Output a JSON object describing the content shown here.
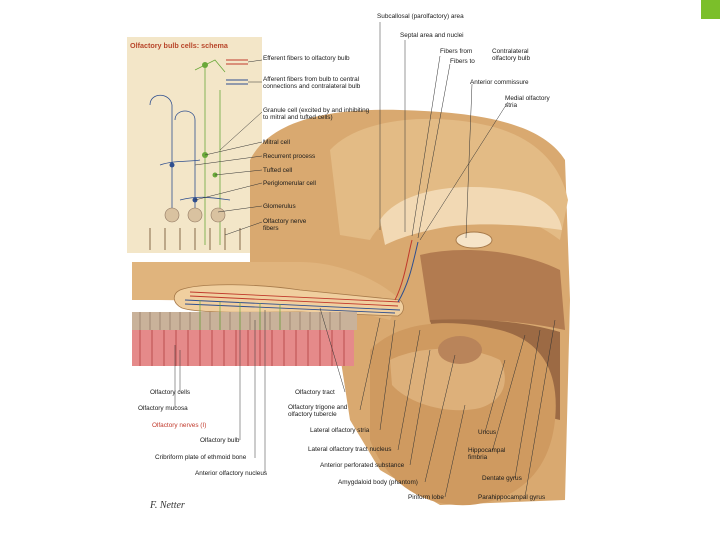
{
  "schema": {
    "title": "Olfactory bulb cells: schema",
    "labels": [
      "Efferent fibers to olfactory bulb",
      "Afferent fibers from bulb to central connections and contralateral bulb",
      "Granule cell (excited by and inhibiting to mitral and tufted cells)",
      "Mitral cell",
      "Recurrent process",
      "Tufted cell",
      "Periglomerular cell",
      "Glomerulus",
      "Olfactory nerve fibers"
    ]
  },
  "top_labels": {
    "subcallosal": "Subcallosal (parolfactory) area",
    "septal": "Septal area and nuclei",
    "fibers_from": "Fibers from",
    "fibers_to": "Fibers to",
    "contralateral": "Contralateral olfactory bulb",
    "anterior_commissure": "Anterior commissure",
    "medial_stria": "Medial olfactory stria"
  },
  "bottom_left_labels": {
    "olfactory_cells": "Olfactory cells",
    "olfactory_mucosa": "Olfactory mucosa",
    "olfactory_nerves": "Olfactory nerves (I)",
    "olfactory_bulb": "Olfactory bulb",
    "cribriform": "Cribriform plate of ethmoid bone",
    "anterior_nucleus": "Anterior olfactory nucleus"
  },
  "bottom_middle_labels": {
    "olfactory_tract": "Olfactory tract",
    "trigone": "Olfactory trigone and olfactory tubercle",
    "lateral_stria": "Lateral olfactory stria",
    "lateral_tract_nucleus": "Lateral olfactory tract nucleus",
    "perforated": "Anterior perforated substance",
    "amygdaloid": "Amygdaloid body (phantom)",
    "piriform": "Piriform lobe"
  },
  "bottom_right_labels": {
    "uncus": "Uncus",
    "hippocampal_fimbria": "Hippocampal fimbria",
    "dentate": "Dentate gyrus",
    "parahippocampal": "Parahippocampal gyrus"
  },
  "credit": "F. Netter",
  "colors": {
    "brain_tan": "#d9a970",
    "panel_bg": "#f3e6c8",
    "accent": "#7bbf2a",
    "nerve_red": "#c0392b",
    "neuron_green": "#6aa83a",
    "neuron_blue": "#2f4f8f",
    "mucosa_pink": "#e58a8a"
  }
}
